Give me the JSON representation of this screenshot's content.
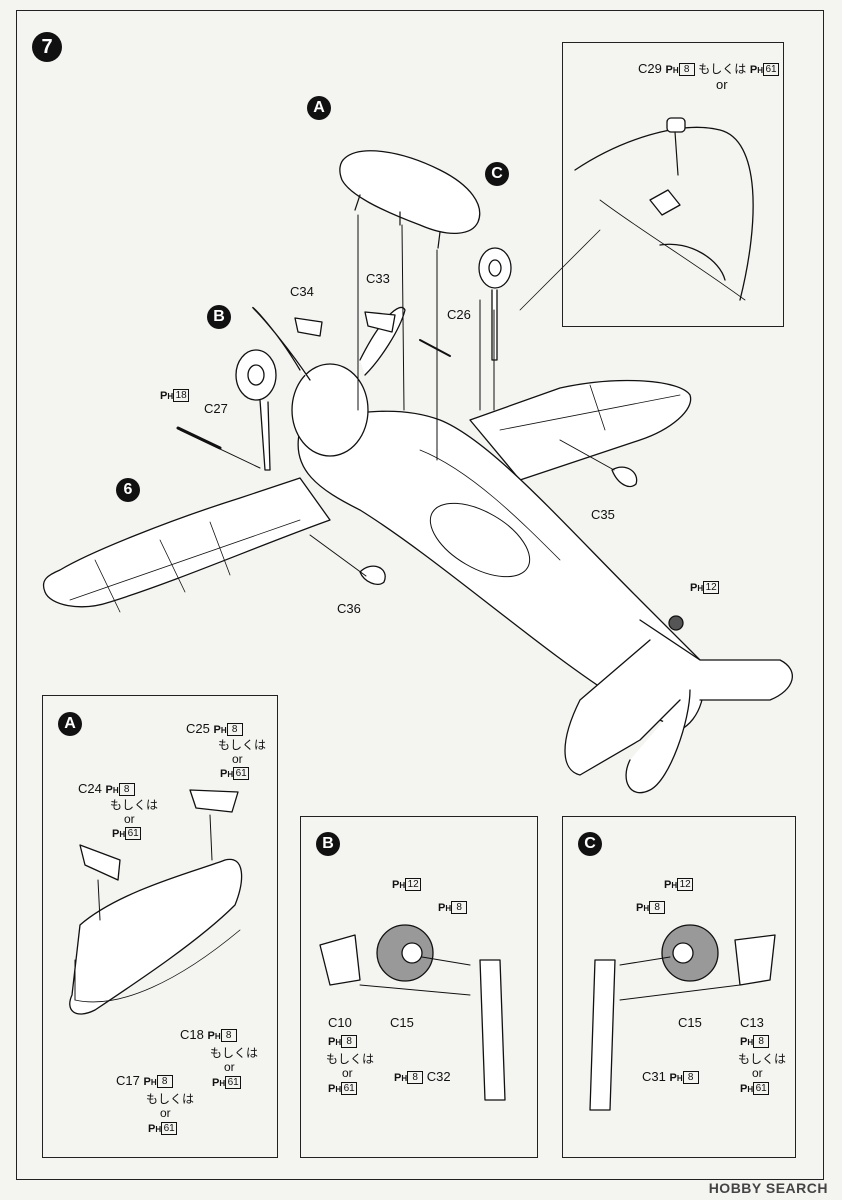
{
  "step_number": "7",
  "paint_prefix": "P",
  "paint_sub": "H",
  "words": {
    "moshikuwa": "もしくは",
    "or": "or"
  },
  "main_view": {
    "callouts": {
      "A": "A",
      "B": "B",
      "C": "C",
      "six": "6"
    },
    "parts": {
      "c34": "C34",
      "c33": "C33",
      "c26": "C26",
      "c27": "C27",
      "c35": "C35",
      "c36": "C36"
    },
    "paint_18": "18",
    "paint_12": "12"
  },
  "inset_top": {
    "part": "C29",
    "code_a": "8",
    "code_b": "61"
  },
  "panel_a": {
    "label": "A",
    "c25": "C25",
    "c24": "C24",
    "c18": "C18",
    "c17": "C17",
    "code_a": "8",
    "code_b": "61"
  },
  "panel_b": {
    "label": "B",
    "c10": "C10",
    "c15": "C15",
    "c32": "C32",
    "code_12": "12",
    "code_8": "8",
    "code_61": "61"
  },
  "panel_c": {
    "label": "C",
    "c15": "C15",
    "c13": "C13",
    "c31": "C31",
    "code_12": "12",
    "code_8": "8",
    "code_61": "61"
  },
  "watermark": "HOBBY SEARCH"
}
